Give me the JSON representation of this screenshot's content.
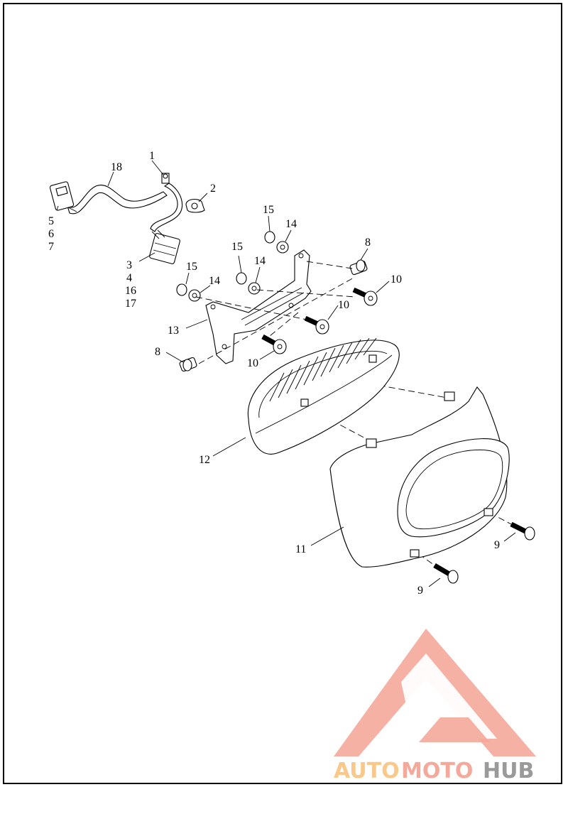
{
  "callouts": {
    "c1": "1",
    "c18": "18",
    "c2": "2",
    "c5": "5",
    "c6": "6",
    "c7": "7",
    "c3": "3",
    "c4": "4",
    "c16": "16",
    "c17": "17",
    "c15a": "15",
    "c14a": "14",
    "c8a": "8",
    "c15b": "15",
    "c14b": "14",
    "c10a": "10",
    "c15c": "15",
    "c14c": "14",
    "c10b": "10",
    "c13": "13",
    "c8b": "8",
    "c10c": "10",
    "c12": "12",
    "c11": "11",
    "c9a": "9",
    "c9b": "9"
  },
  "watermark": {
    "part1": "AUTO",
    "part2": "MOTO",
    "part3": "HUB",
    "color_primary": "#f4a99a",
    "color_secondary": "#f9c88a",
    "color_gray": "#9a9a9a"
  }
}
